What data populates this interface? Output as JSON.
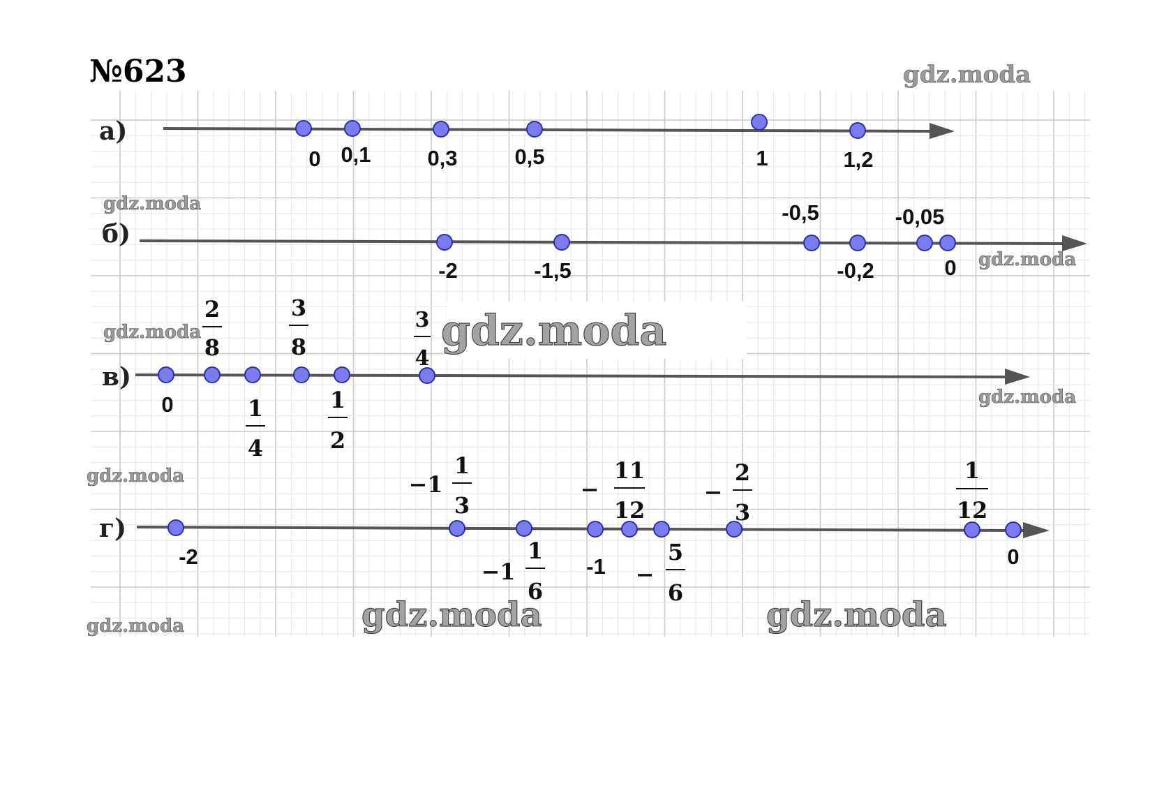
{
  "title": "№623",
  "watermark": "gdz.moda",
  "colors": {
    "grid_major": "#c8c8c8",
    "grid_minor": "#e6e6e6",
    "axis": "#555555",
    "point_fill": "#7b7bf0",
    "point_stroke": "#2e2ea8"
  },
  "lines": [
    {
      "label": "а)",
      "points": [
        {
          "text": "0"
        },
        {
          "text": "0,1"
        },
        {
          "text": "0,3"
        },
        {
          "text": "0,5"
        },
        {
          "text": "1"
        },
        {
          "text": "1,2"
        }
      ]
    },
    {
      "label": "б)",
      "points": [
        {
          "text": "-2"
        },
        {
          "text": "-1,5"
        },
        {
          "text": "-0,5"
        },
        {
          "text": "-0,2"
        },
        {
          "text": "-0,05"
        },
        {
          "text": "0"
        }
      ]
    },
    {
      "label": "в)",
      "points": [
        {
          "text": "0"
        },
        {
          "num": "2",
          "den": "8"
        },
        {
          "num": "1",
          "den": "4"
        },
        {
          "num": "3",
          "den": "8"
        },
        {
          "num": "1",
          "den": "2"
        },
        {
          "num": "3",
          "den": "4"
        }
      ]
    },
    {
      "label": "г)",
      "points": [
        {
          "text": "-2"
        },
        {
          "sign": "−1",
          "num": "1",
          "den": "3"
        },
        {
          "sign": "−1",
          "num": "1",
          "den": "6"
        },
        {
          "text": "-1"
        },
        {
          "sign": "−",
          "num": "11",
          "den": "12"
        },
        {
          "sign": "−",
          "num": "5",
          "den": "6"
        },
        {
          "sign": "−",
          "num": "2",
          "den": "3"
        },
        {
          "sign": "−",
          "num": "1",
          "den": "12"
        },
        {
          "text": "0"
        }
      ]
    }
  ]
}
